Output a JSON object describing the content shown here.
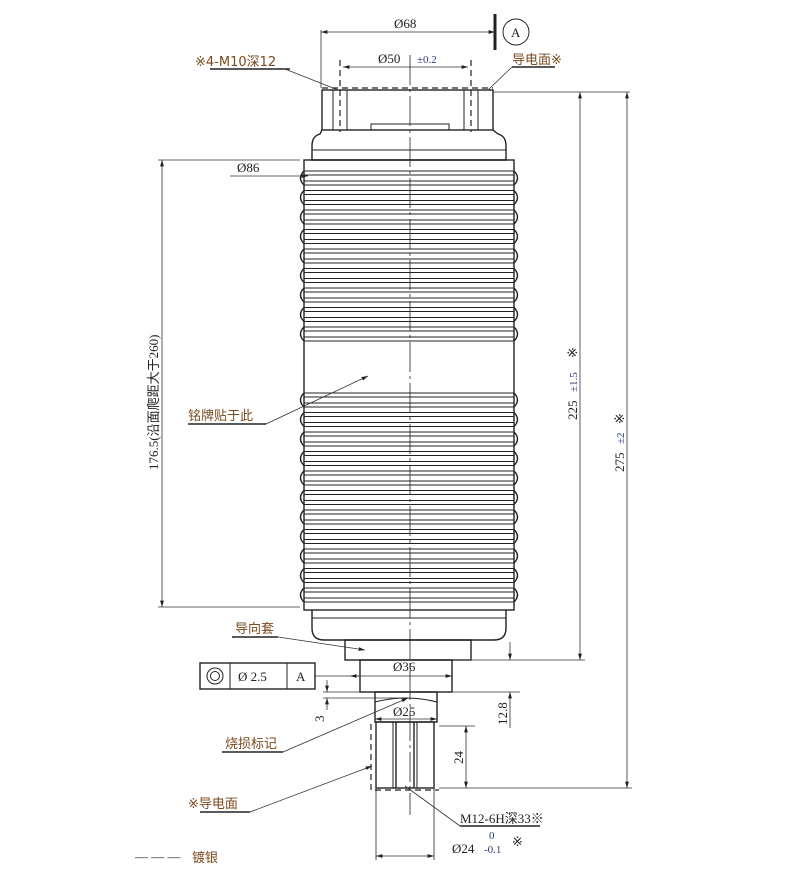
{
  "title": "Vacuum interrupter outline drawing",
  "dimensions": {
    "d68": "Ø68",
    "d50": "Ø50",
    "d50_tol": "±0.2",
    "d86": "Ø86",
    "d36": "Ø36",
    "d25": "Ø25",
    "d24": "Ø24",
    "d24_tol_upper": "0",
    "d24_tol_lower": "-0.1",
    "d24_mark": "※",
    "h225": "225",
    "h225_tol": "±1.5",
    "h275": "275",
    "h275_tol": "±2",
    "h176": "176.5(沿面爬距大于260)",
    "h12_8": "12.8",
    "h24": "24",
    "h3": "3",
    "mark": "※"
  },
  "datum": {
    "label": "A"
  },
  "tolerance_frame": {
    "value": "Ø  2.5",
    "datum": "A",
    "symbol": "concentricity-icon"
  },
  "labels": {
    "top_holes": "※4-M10深12",
    "top_conductive": "导电面※",
    "nameplate": "铭牌贴于此",
    "guide_sleeve": "导向套",
    "burn_mark": "烧损标记",
    "bottom_conductive": "※导电面",
    "thread": "M12-6H深33※"
  },
  "legend": {
    "line": "— — —",
    "label": "镀银"
  }
}
